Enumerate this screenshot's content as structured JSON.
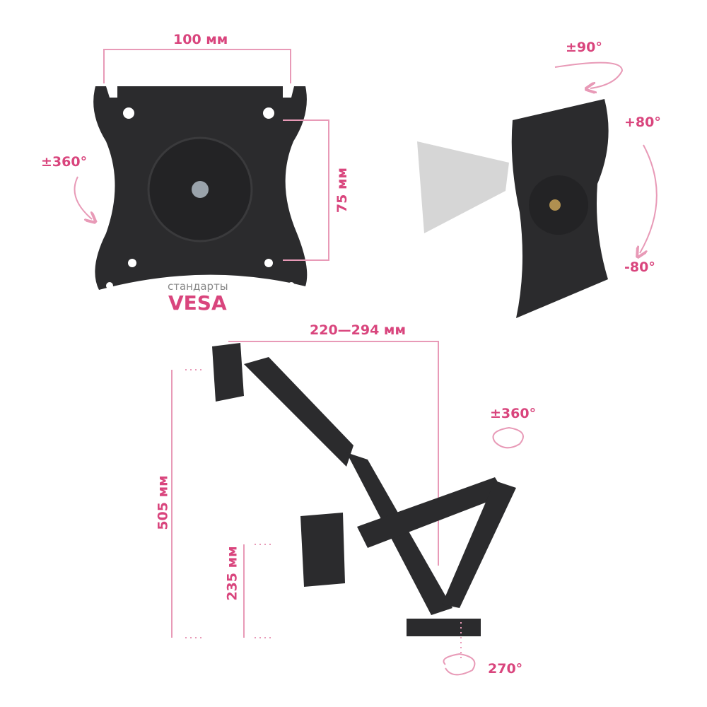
{
  "colors": {
    "accent": "#d9457d",
    "metal": "#2b2b2d"
  },
  "plate": {
    "width_label": "100 мм",
    "height_label": "75 мм",
    "rotation_label": "±360°",
    "standard_caption": "стандарты",
    "standard_name": "VESA"
  },
  "tilt": {
    "swivel_label": "±90°",
    "tilt_up_label": "+80°",
    "tilt_down_label": "-80°"
  },
  "arm": {
    "reach_label": "220—294 мм",
    "max_height_label": "505 мм",
    "min_height_label": "235 мм",
    "pole_rotation_label": "±360°",
    "base_rotation_label": "270°"
  }
}
